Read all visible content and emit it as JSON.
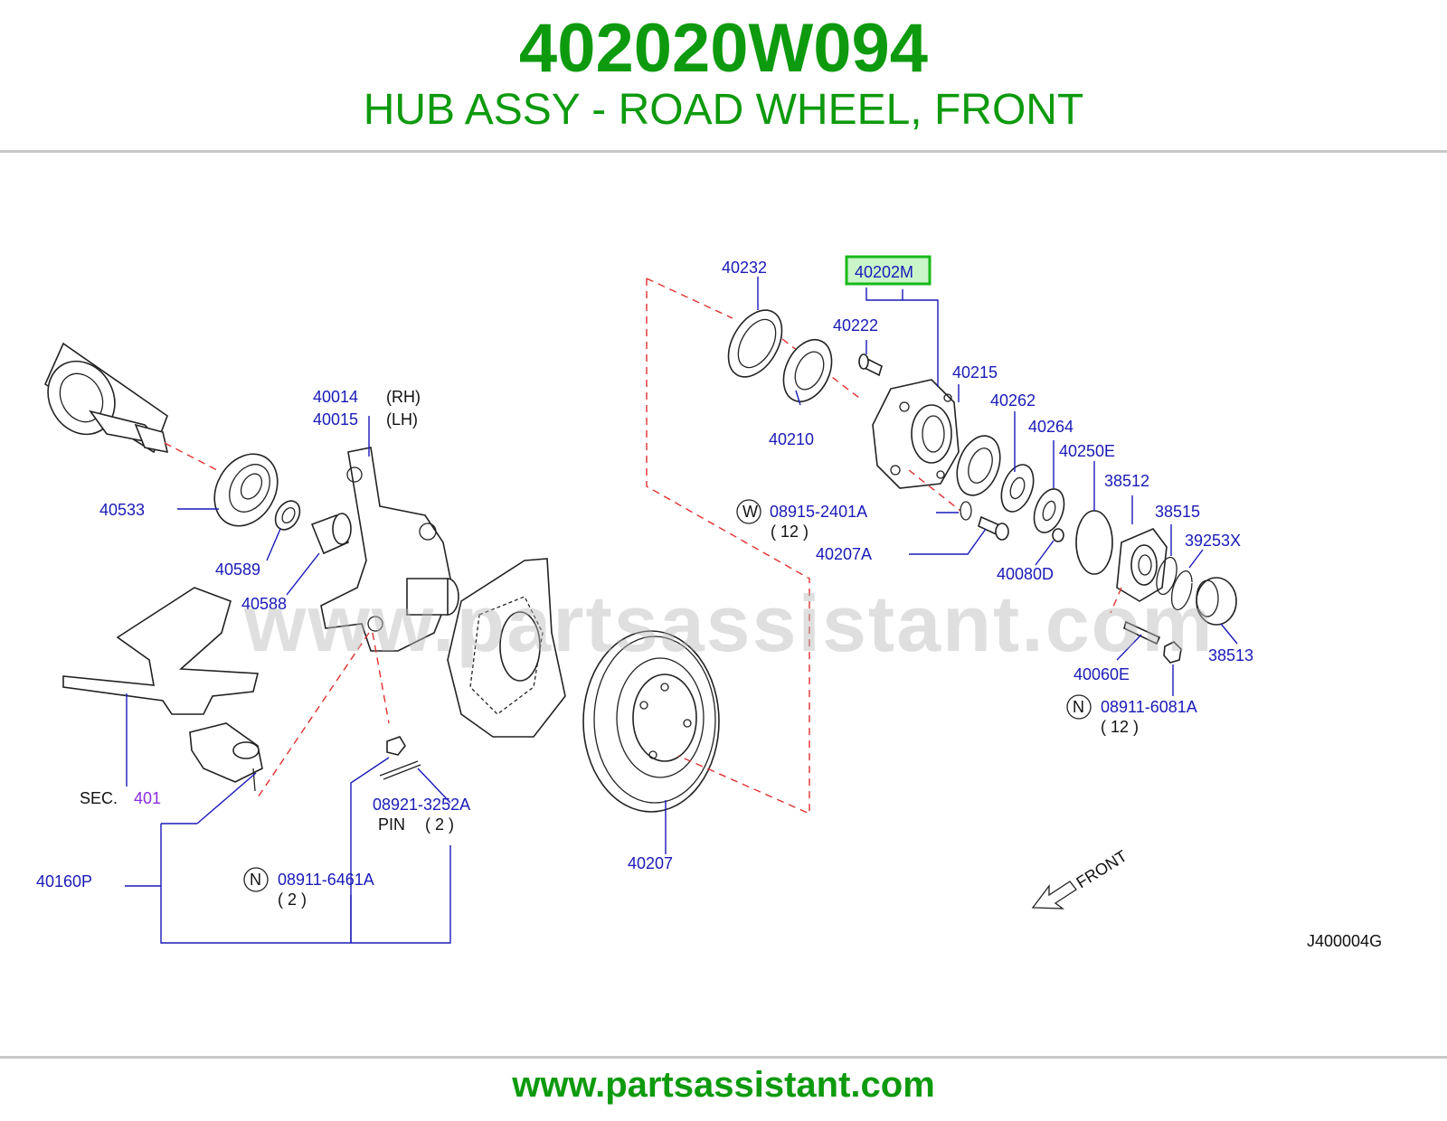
{
  "header": {
    "part_number": "402020W094",
    "description": "HUB ASSY - ROAD WHEEL, FRONT"
  },
  "watermark": "www.partsassistant.com",
  "footer": {
    "url": "www.partsassistant.com"
  },
  "colors": {
    "brand_green": "#0e9a0e",
    "label_blue": "#1a1ab8",
    "highlight_green": "#18b818",
    "leader_red": "#e03030",
    "section_purple": "#8a2be2"
  },
  "labels": {
    "p40232": "40232",
    "p40202m": "40202M",
    "p40222": "40222",
    "p40215": "40215",
    "p40262": "40262",
    "p40264": "40264",
    "p40250e": "40250E",
    "p38512": "38512",
    "p38515": "38515",
    "p39253x": "39253X",
    "p38513": "38513",
    "p40210": "40210",
    "p08915": "08915-2401A",
    "p08915_qty": "( 12 )",
    "p08915_sym": "W",
    "p40207a": "40207A",
    "p40080d": "40080D",
    "p40060e": "40060E",
    "p08911_6081": "08911-6081A",
    "p08911_6081_qty": "( 12 )",
    "p08911_6081_sym": "N",
    "p40014": "40014",
    "p40014_side": "(RH)",
    "p40015": "40015",
    "p40015_side": "(LH)",
    "p40533": "40533",
    "p40589": "40589",
    "p40588": "40588",
    "sec_label": "SEC.",
    "sec_num": "401",
    "p40160p": "40160P",
    "p08921": "08921-3252A",
    "pin_label": "PIN",
    "pin_qty": "( 2 )",
    "p08911_6461": "08911-6461A",
    "p08911_6461_qty": "( 2 )",
    "p08911_6461_sym": "N",
    "p40207": "40207",
    "front": "FRONT",
    "diagram_code": "J400004G"
  }
}
